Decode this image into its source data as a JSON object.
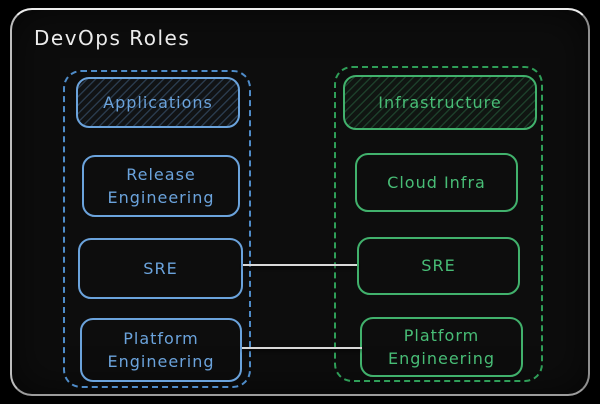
{
  "title": "DevOps Roles",
  "colors": {
    "background": "#0d0d0d",
    "frame_border": "#cfcfcf",
    "blue_accent": "#6ba3dc",
    "blue_group_dashed": "#4f8cc9",
    "green_accent": "#41b16c",
    "green_group_dashed": "#2f9e58",
    "connector": "#d8d8d8",
    "title_text": "#ececec"
  },
  "columns": [
    {
      "name": "applications",
      "accent": "#6ba3dc",
      "header": {
        "label": "Applications",
        "hatched": true
      },
      "items": [
        {
          "label": "Release\nEngineering"
        },
        {
          "label": "SRE"
        },
        {
          "label": "Platform\nEngineering"
        }
      ]
    },
    {
      "name": "infrastructure",
      "accent": "#41b16c",
      "header": {
        "label": "Infrastructure",
        "hatched": true
      },
      "items": [
        {
          "label": "Cloud Infra"
        },
        {
          "label": "SRE"
        },
        {
          "label": "Platform\nEngineering"
        }
      ]
    }
  ],
  "connections": [
    {
      "from": "SRE (Applications)",
      "to": "SRE (Infrastructure)"
    },
    {
      "from": "Platform Engineering (Applications)",
      "to": "Platform Engineering (Infrastructure)"
    }
  ]
}
